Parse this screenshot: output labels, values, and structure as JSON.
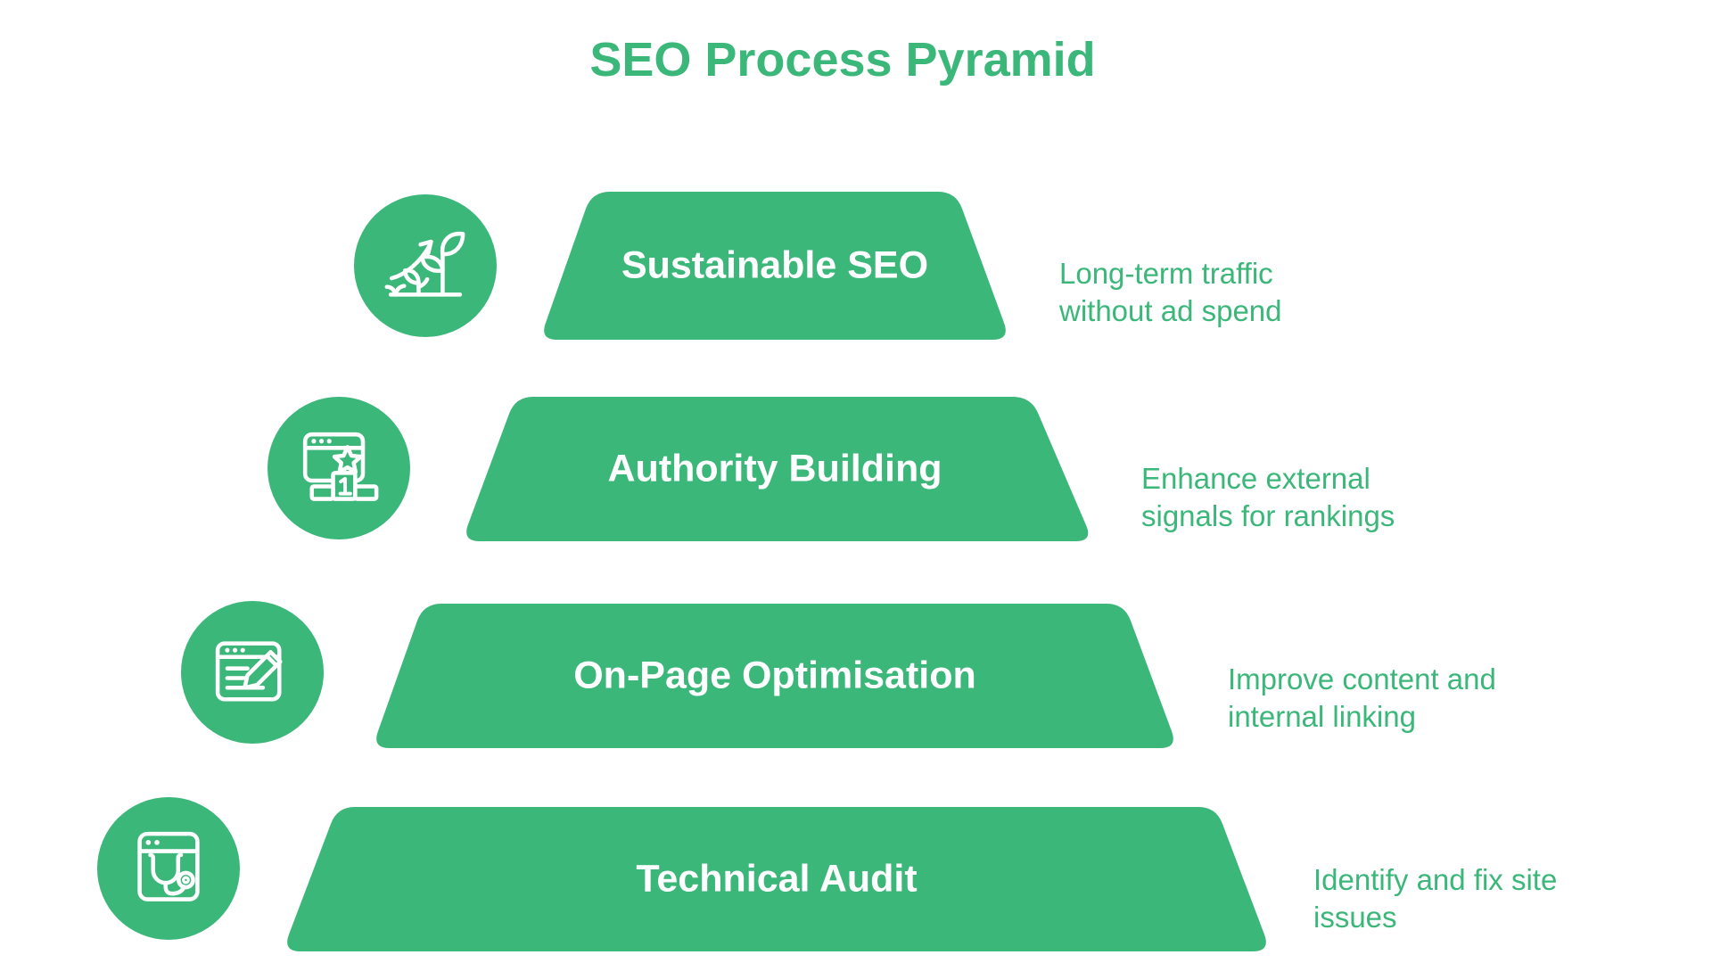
{
  "title": "SEO Process Pyramid",
  "colors": {
    "brand_green": "#3bb77a",
    "label_text": "#ffffff",
    "background": "#ffffff"
  },
  "pyramid": {
    "levels": [
      {
        "label": "Sustainable SEO",
        "caption": "Long-term traffic\nwithout ad spend",
        "icon": "growth-plant-icon"
      },
      {
        "label": "Authority Building",
        "caption": "Enhance external\nsignals for rankings",
        "icon": "ranking-podium-icon"
      },
      {
        "label": "On-Page Optimisation",
        "caption": "Improve content and\ninternal linking",
        "icon": "content-edit-icon"
      },
      {
        "label": "Technical Audit",
        "caption": "Identify and fix site\nissues",
        "icon": "site-audit-icon"
      }
    ]
  }
}
